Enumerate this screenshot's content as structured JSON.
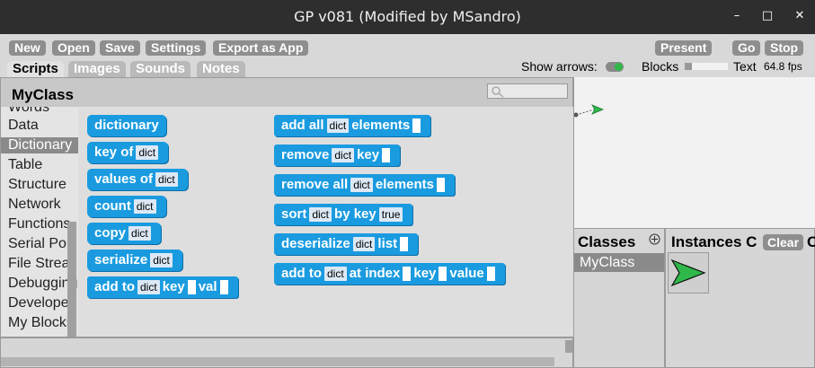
{
  "window": {
    "title": "GP v081 (Modified by MSandro)",
    "minimize": "–",
    "maximize": "□",
    "close": "✕"
  },
  "toolbar": {
    "new": "New",
    "open": "Open",
    "save": "Save",
    "settings": "Settings",
    "export": "Export as App",
    "present": "Present",
    "go": "Go",
    "stop": "Stop"
  },
  "tabs": [
    {
      "label": "Scripts"
    },
    {
      "label": "Images"
    },
    {
      "label": "Sounds"
    },
    {
      "label": "Notes"
    }
  ],
  "options": {
    "show_arrows": "Show arrows:",
    "blocks": "Blocks",
    "text": "Text",
    "fps": "64.8 fps"
  },
  "script": {
    "class_name": "MyClass"
  },
  "categories": [
    "Words",
    "Data",
    "Dictionary",
    "Table",
    "Structure",
    "Network",
    "Functions",
    "Serial Por",
    "File Strea",
    "Debugging",
    "Develope",
    "My Blocks"
  ],
  "palette": {
    "left": [
      {
        "parts": [
          "dictionary"
        ]
      },
      {
        "parts": [
          "key of",
          "#dict"
        ]
      },
      {
        "parts": [
          "values of",
          "#dict"
        ]
      },
      {
        "parts": [
          "count",
          "#dict"
        ]
      },
      {
        "parts": [
          "copy",
          "#dict"
        ]
      },
      {
        "parts": [
          "serialize",
          "#dict"
        ]
      },
      {
        "parts": [
          "add to",
          "#dict",
          "key",
          "_",
          "val",
          "_"
        ]
      }
    ],
    "right": [
      {
        "parts": [
          "add all",
          "#dict",
          "elements",
          "_"
        ]
      },
      {
        "parts": [
          "remove",
          "#dict",
          "key",
          "_"
        ]
      },
      {
        "parts": [
          "remove all",
          "#dict",
          "elements",
          "_"
        ]
      },
      {
        "parts": [
          "sort",
          "#dict",
          "by key",
          "#true"
        ]
      },
      {
        "parts": [
          "deserialize",
          "#dict",
          "list",
          "_"
        ]
      },
      {
        "parts": [
          "add to",
          "#dict",
          "at index",
          "_",
          "key",
          "_",
          "value",
          "_"
        ]
      }
    ]
  },
  "classes": {
    "title": "Classes",
    "items": [
      "MyClass"
    ]
  },
  "instances": {
    "title": "Instances",
    "suffix": "C",
    "clear": "Clear",
    "trailing": "C"
  },
  "colors": {
    "block": "#1a9be0",
    "title_bar": "#2e2e2e",
    "arrow": "#2fb84a"
  }
}
